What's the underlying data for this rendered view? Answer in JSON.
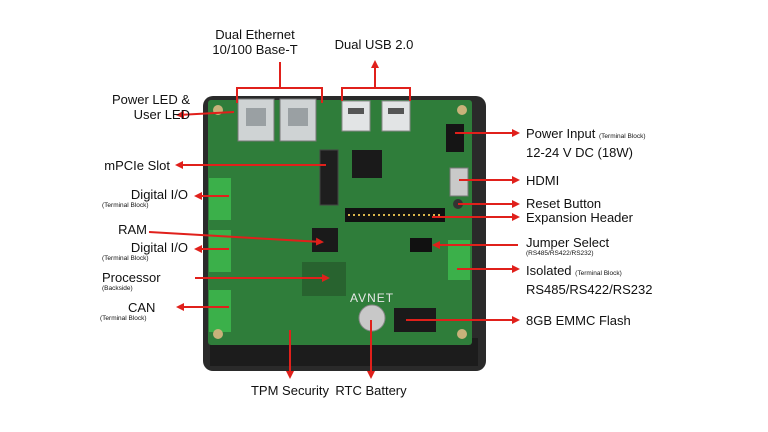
{
  "colors": {
    "arrow": "#e0201b",
    "board": "#2f7d3a",
    "case": "#2a2a2a",
    "terminal": "#3bb04a"
  },
  "brand": "AVNET",
  "top": {
    "ethernet": {
      "line1": "Dual Ethernet",
      "line2": "10/100 Base-T"
    },
    "usb": "Dual USB 2.0"
  },
  "left": {
    "power_led": {
      "line1": "Power LED &",
      "line2": "User LED"
    },
    "mpcie": "mPCIe Slot",
    "digital_io_1": {
      "title": "Digital I/O",
      "sub": "(Terminal Block)"
    },
    "ram": "RAM",
    "digital_io_2": {
      "title": "Digital I/O",
      "sub": "(Terminal Block)"
    },
    "processor": {
      "title": "Processor",
      "sub": "(Backside)"
    },
    "can": {
      "title": "CAN",
      "sub": "(Terminal Block)"
    }
  },
  "right": {
    "power_input": {
      "title": "Power Input",
      "sub": "(Terminal Block)",
      "line2": "12-24 V DC (18W)"
    },
    "hdmi": "HDMI",
    "reset": "Reset Button",
    "expansion": "Expansion Header",
    "jumper": {
      "title": "Jumper Select",
      "sub": "(RS485/RS422/RS232)"
    },
    "isolated": {
      "title": "Isolated",
      "sub": "(Terminal Block)",
      "line2": "RS485/RS422/RS232"
    },
    "emmc": "8GB EMMC Flash"
  },
  "bottom": {
    "tpm": "TPM Security",
    "rtc": "RTC Battery"
  }
}
